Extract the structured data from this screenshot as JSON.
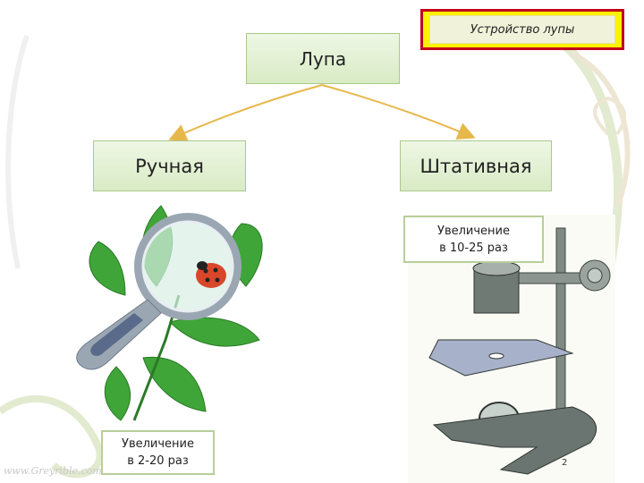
{
  "title": "Устройство лупы",
  "root": {
    "label": "Лупа"
  },
  "branches": [
    {
      "label": "Ручная",
      "magnification": [
        "Увеличение",
        "в 2-20 раз"
      ]
    },
    {
      "label": "Штативная",
      "magnification": [
        "Увеличение",
        "в 10-25 раз"
      ]
    }
  ],
  "watermark": "www.Greyrible.com",
  "figure_number": "2",
  "colors": {
    "arrow": "#e6b84a",
    "box_border": "#aac98c",
    "title_border": "#c0001a",
    "title_fill": "#fff200"
  }
}
